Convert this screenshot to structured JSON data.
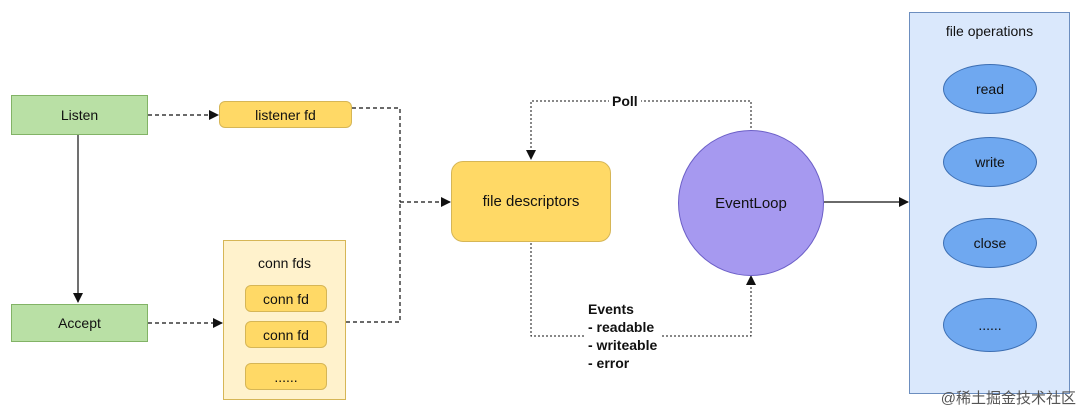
{
  "nodes": {
    "listen": "Listen",
    "accept": "Accept",
    "listener_fd": "listener fd",
    "conn_fds_title": "conn fds",
    "conn_fd_1": "conn fd",
    "conn_fd_2": "conn fd",
    "conn_more": "......",
    "file_descriptors": "file descriptors",
    "event_loop": "EventLoop",
    "file_ops_title": "file operations",
    "op_read": "read",
    "op_write": "write",
    "op_close": "close",
    "op_more": "......"
  },
  "edges": {
    "poll_label": "Poll",
    "events_title": "Events",
    "event_readable": "- readable",
    "event_writeable": "- writeable",
    "event_error": "- error"
  },
  "watermark": "@稀土掘金技术社区",
  "colors": {
    "green_fill": "#b9e0a5",
    "yellow_fill": "#ffd966",
    "pale_yellow_fill": "#fff2cc",
    "purple_fill": "#a699f0",
    "blue_panel_fill": "#dae8fc",
    "blue_ellipse_fill": "#6fa8f0"
  }
}
